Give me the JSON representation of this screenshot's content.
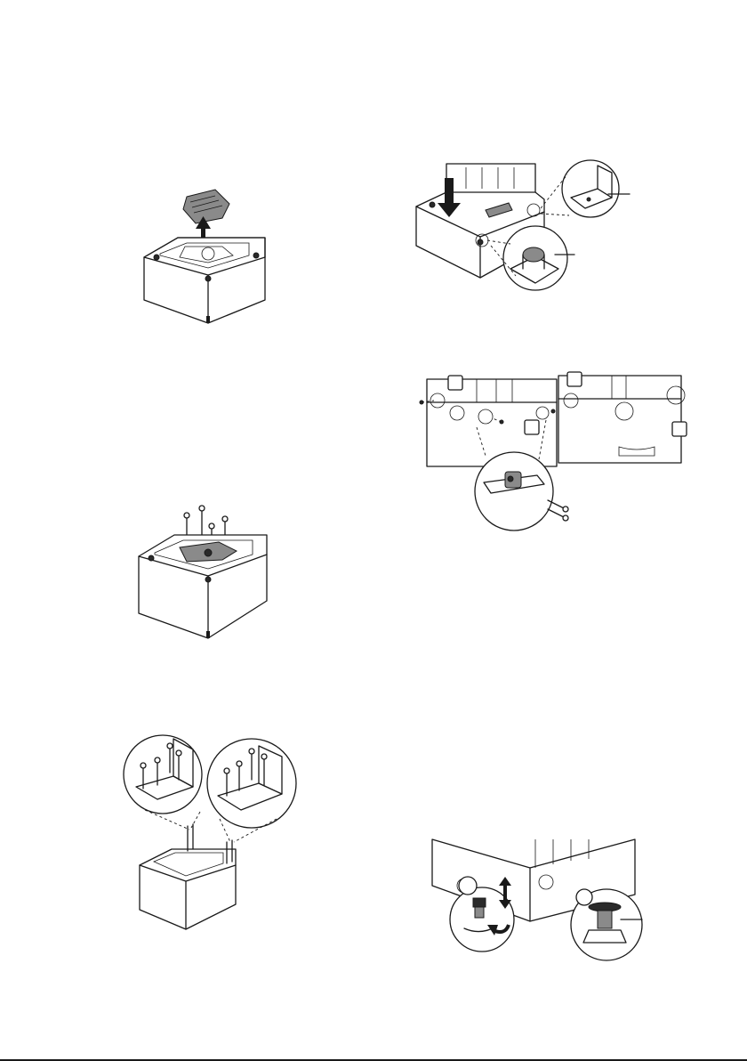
{
  "page": {
    "figures": [
      {
        "id": "fig-remove-cover",
        "icon": "pedestal-remove-top-cover"
      },
      {
        "id": "fig-screw-cover",
        "icon": "pedestal-screw-cover"
      },
      {
        "id": "fig-bracket-screws",
        "icon": "pedestal-bracket-screws"
      },
      {
        "id": "fig-place-washer",
        "icon": "washer-onto-pedestal"
      },
      {
        "id": "fig-fix-brackets",
        "icon": "washer-fix-brackets"
      },
      {
        "id": "fig-level-feet",
        "icon": "adjust-leveling-feet"
      }
    ],
    "colors": {
      "line": "#1a1a1a",
      "fill": "#ffffff",
      "shade": "#8a8a8a"
    }
  }
}
